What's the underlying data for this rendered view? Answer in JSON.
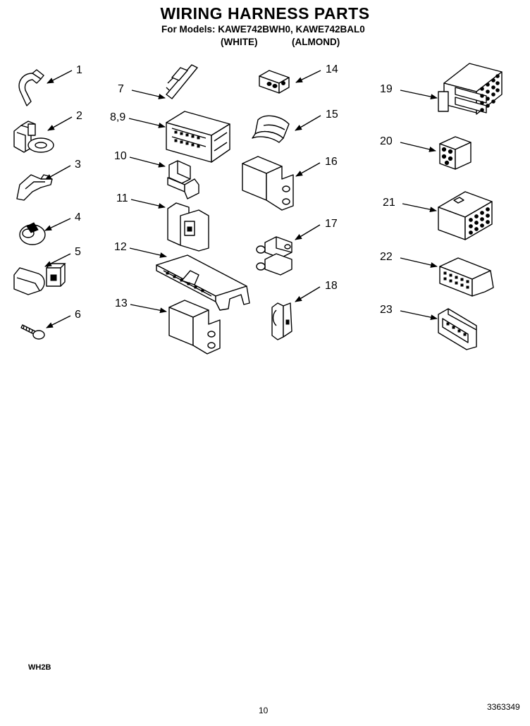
{
  "title": "WIRING HARNESS PARTS",
  "models_line": "For Models: KAWE742BWH0, KAWE742BAL0",
  "colors": [
    "(WHITE)",
    "(ALMOND)"
  ],
  "part_numbers": [
    "1",
    "2",
    "3",
    "4",
    "5",
    "6",
    "7",
    "8,9",
    "10",
    "11",
    "12",
    "13",
    "14",
    "15",
    "16",
    "17",
    "18",
    "19",
    "20",
    "21",
    "22",
    "23"
  ],
  "footer": {
    "code": "WH2B",
    "page": "10",
    "document_number": "3363349"
  }
}
